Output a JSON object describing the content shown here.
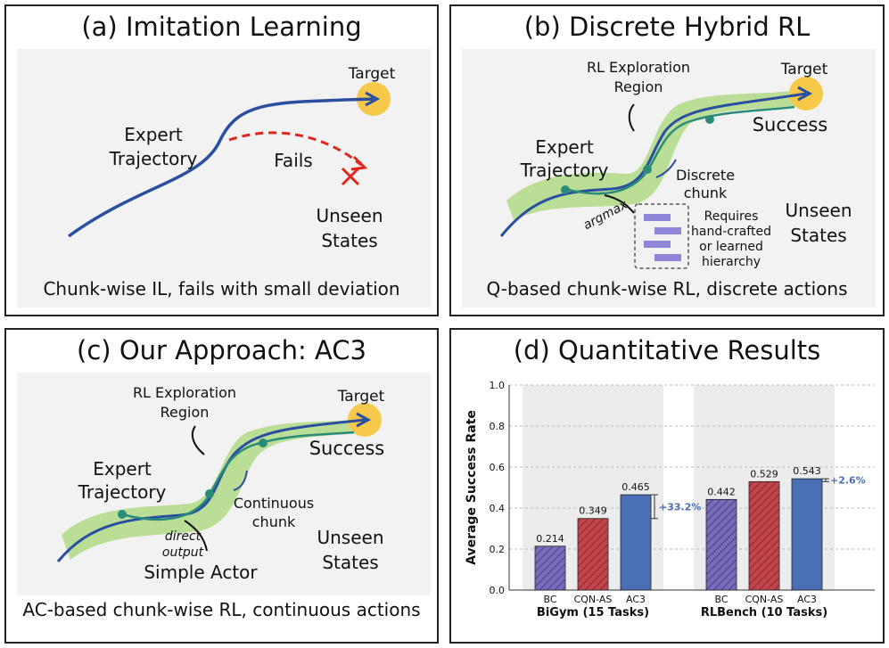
{
  "panel_a": {
    "title": "(a) Imitation Learning",
    "target": "Target",
    "expert_1": "Expert",
    "expert_2": "Trajectory",
    "fails": "Fails",
    "unseen_1": "Unseen",
    "unseen_2": "States",
    "caption": "Chunk-wise IL, fails with small deviation"
  },
  "panel_b": {
    "title": "(b) Discrete Hybrid RL",
    "target": "Target",
    "rl_1": "RL Exploration",
    "rl_2": "Region",
    "success": "Success",
    "expert_1": "Expert",
    "expert_2": "Trajectory",
    "chunk_1": "Discrete",
    "chunk_2": "chunk",
    "argmax": "argmax",
    "req_1": "Requires",
    "req_2": "hand-crafted",
    "req_3": "or learned",
    "req_4": "hierarchy",
    "unseen_1": "Unseen",
    "unseen_2": "States",
    "caption": "Q-based chunk-wise RL, discrete actions"
  },
  "panel_c": {
    "title": "(c) Our Approach: AC3",
    "target": "Target",
    "rl_1": "RL Exploration",
    "rl_2": "Region",
    "success": "Success",
    "expert_1": "Expert",
    "expert_2": "Trajectory",
    "chunk_1": "Continuous",
    "chunk_2": "chunk",
    "direct_1": "direct",
    "direct_2": "output",
    "actor": "Simple Actor",
    "unseen_1": "Unseen",
    "unseen_2": "States",
    "caption": "AC-based chunk-wise RL, continuous actions"
  },
  "panel_d": {
    "title": "(d) Quantitative Results"
  },
  "colors": {
    "trajectory": "#2a4fa0",
    "rl_path": "#2a8c78",
    "region": "#b5dc8c",
    "target": "#f7c94a",
    "fail": "#e0261c",
    "discrete_block": "#8f85d9",
    "bc": "#7a6bb8",
    "cqn": "#c0454c",
    "ac3": "#4a6fb5",
    "annot": "#4a6fb5"
  },
  "chart_data": {
    "type": "bar",
    "ylabel": "Average Success Rate",
    "ylim": [
      0,
      1.0
    ],
    "yticks": [
      "0.0",
      "0.2",
      "0.4",
      "0.6",
      "0.8",
      "1.0"
    ],
    "groups": [
      {
        "name": "BiGym (15 Tasks)",
        "categories": [
          "BC",
          "CQN-AS",
          "AC3"
        ],
        "values": [
          0.214,
          0.349,
          0.465
        ],
        "labels": [
          "0.214",
          "0.349",
          "0.465"
        ],
        "improvement": "+33.2%"
      },
      {
        "name": "RLBench (10 Tasks)",
        "categories": [
          "BC",
          "CQN-AS",
          "AC3"
        ],
        "values": [
          0.442,
          0.529,
          0.543
        ],
        "labels": [
          "0.442",
          "0.529",
          "0.543"
        ],
        "improvement": "+2.6%"
      }
    ],
    "grid": true
  }
}
